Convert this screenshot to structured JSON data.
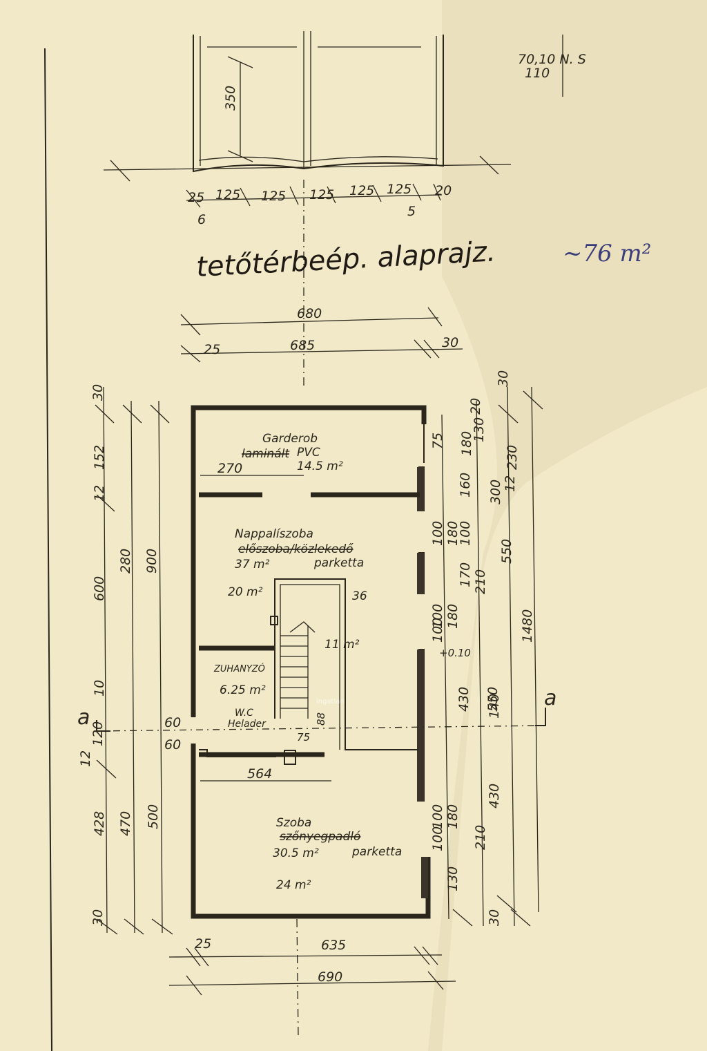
{
  "title": "tetőtérbeép. alaprajz.",
  "total_area": "~76 m²",
  "corner_note": {
    "line1": "70,10 N. S",
    "line2": "110"
  },
  "section_marks": {
    "left": "a",
    "right": "a"
  },
  "watermark": "ingatlan",
  "rooms": {
    "garderob": {
      "name": "Garderob",
      "floor": "PVC",
      "floor_struck": "laminált",
      "area": "14.5 m²"
    },
    "nappali": {
      "name": "Nappalíszoba",
      "sub_struck": "előszoba/közlekedő",
      "area": "37 m²",
      "floor": "parketta",
      "extra": "20 m²"
    },
    "stair": {
      "area": "11 m²",
      "height": "36"
    },
    "zuhanyzo": {
      "name": "ZUHANYZÓ",
      "area": "6.25 m²"
    },
    "wc": {
      "name": "W.C",
      "extra": "Helader"
    },
    "szoba": {
      "name": "Szoba",
      "sub_struck": "szőnyegpadló",
      "area": "30.5 m²",
      "floor": "parketta",
      "extra": "24 m²"
    }
  },
  "dimensions": {
    "balcony_height": "350",
    "top_row": [
      "25",
      "125",
      "125",
      "125",
      "125",
      "125",
      "20",
      "6",
      "5"
    ],
    "overall_top": "680",
    "top_parts": [
      "25",
      "685",
      "30"
    ],
    "garderob_width": "270",
    "stair_landing": "564",
    "left_col_a": [
      "30",
      "152",
      "12",
      "600",
      "10",
      "120",
      "12",
      "428",
      "30"
    ],
    "left_col_b": [
      "280",
      "470"
    ],
    "left_col_c": [
      "900",
      "500"
    ],
    "door_small": [
      "60",
      "60",
      "75",
      "88"
    ],
    "right_col_a": [
      "30",
      "20",
      "75",
      "180",
      "100",
      "180",
      "100",
      "180",
      "100",
      "430",
      "140",
      "100",
      "180",
      "100",
      "130"
    ],
    "right_col_b": [
      "130",
      "160",
      "170",
      "100",
      "210",
      "210"
    ],
    "right_col_c": [
      "230",
      "300",
      "12",
      "550",
      "550",
      "430",
      "30"
    ],
    "right_total": "1480",
    "right_small": "+0.10",
    "bottom_parts": [
      "25",
      "635"
    ],
    "overall_bottom": "690"
  }
}
